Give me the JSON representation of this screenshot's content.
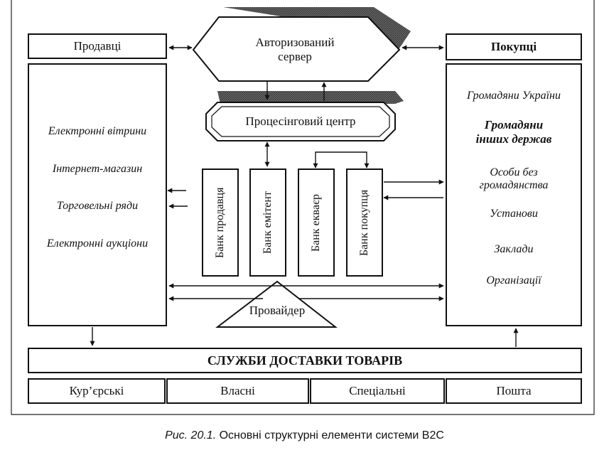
{
  "diagram": {
    "sellers": {
      "title": "Продавці",
      "items": [
        "Електронні вітрини",
        "Інтернет-магазин",
        "Торговельні ряди",
        "Електронні аукціони"
      ]
    },
    "auth_server": {
      "line1": "Авторизований",
      "line2": "сервер"
    },
    "processing_center": "Процесінговий центр",
    "buyers": {
      "title": "Покупці",
      "items": [
        {
          "line1": "Громадяни України",
          "line2": ""
        },
        {
          "line1": "Громадяни",
          "line2": "інших держав"
        },
        {
          "line1": "Особи без",
          "line2": "громадянства"
        },
        {
          "line1": "Установи",
          "line2": ""
        },
        {
          "line1": "Заклади",
          "line2": ""
        },
        {
          "line1": "Організації",
          "line2": ""
        }
      ]
    },
    "banks": [
      "Банк продавця",
      "Банк емітент",
      "Банк еквaєр",
      "Банк покупця"
    ],
    "provider": "Провайдер",
    "delivery": {
      "title": "СЛУЖБИ ДОСТАВКИ ТОВАРІВ",
      "types": [
        "Кур’єрські",
        "Власні",
        "Спеціальні",
        "Пошта"
      ]
    }
  },
  "caption": {
    "number": "Рис. 20.1.",
    "text": " Основні структурні елементи системи B2C"
  }
}
